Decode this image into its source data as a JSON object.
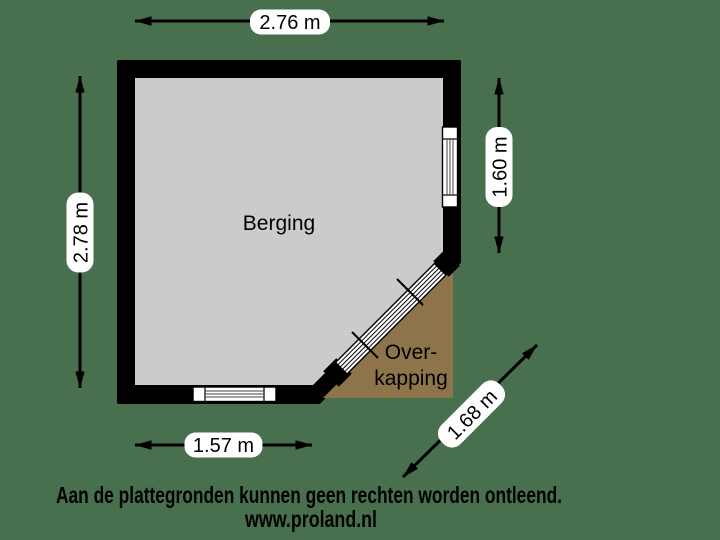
{
  "colors": {
    "background": "#48704E",
    "wall": "#000000",
    "floor": "#CBCBCB",
    "overhang": "#8E744A",
    "dimension_label_bg": "#FFFFFF",
    "window": "#FFFFFF",
    "text": "#000000"
  },
  "rooms": {
    "berging": {
      "label": "Berging"
    },
    "overkapping": {
      "label_line1": "Over-",
      "label_line2": "kapping"
    }
  },
  "dimensions": {
    "top": "2.76 m",
    "left": "2.78 m",
    "right": "1.60 m",
    "bottom": "1.57 m",
    "diagonal": "1.68 m"
  },
  "footer": {
    "disclaimer": "Aan de plattegronden kunnen geen rechten worden ontleend.",
    "website": "www.proland.nl"
  }
}
